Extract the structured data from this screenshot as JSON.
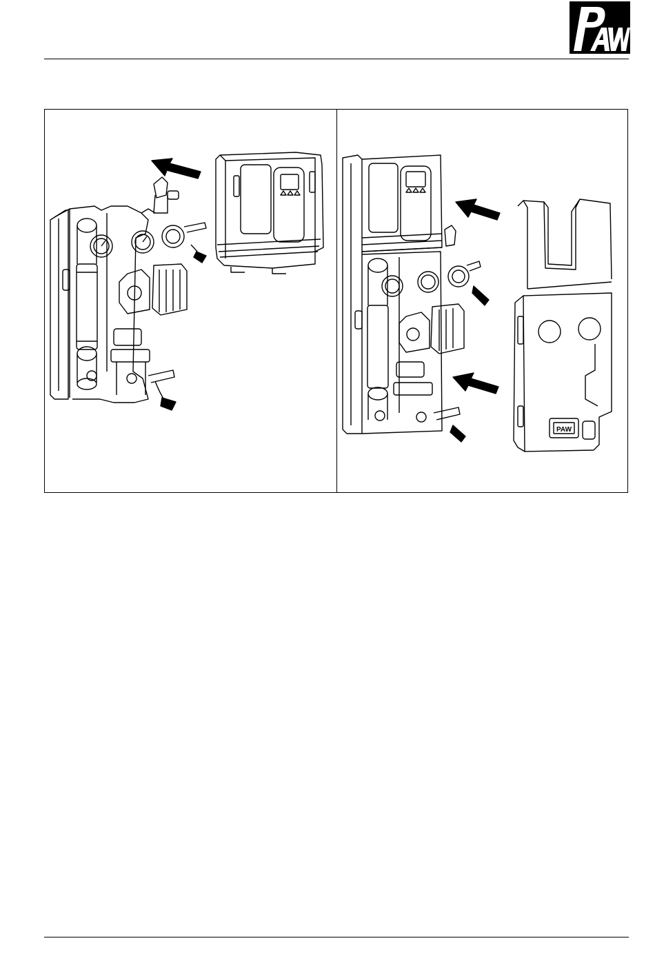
{
  "header": {
    "logo_text": "PAW",
    "logo_color": "#000000"
  },
  "figure": {
    "panels": [
      {
        "id": "left",
        "content": "station-with-controller-arrow"
      },
      {
        "id": "right",
        "content": "station-with-cover-arrows"
      }
    ],
    "arrow_color": "#000000",
    "line_color": "#000000"
  }
}
